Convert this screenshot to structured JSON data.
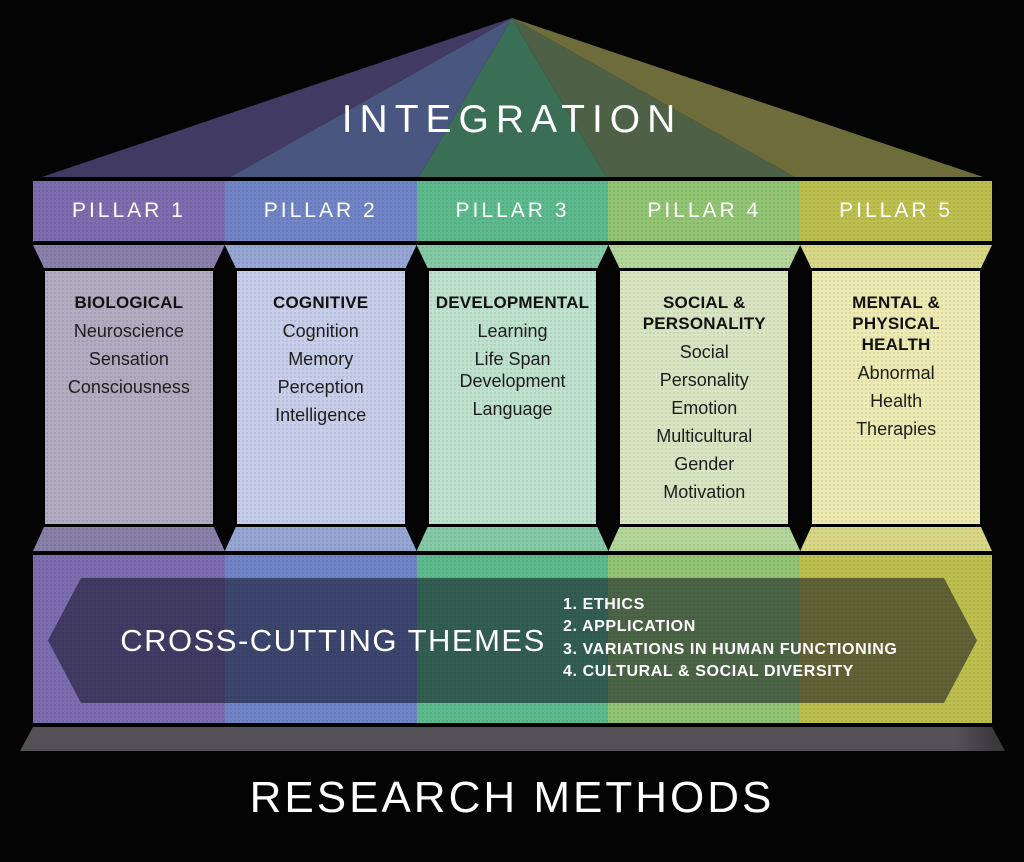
{
  "pediment": {
    "title": "INTEGRATION"
  },
  "pillars": [
    {
      "label": "PILLAR 1",
      "heading": "BIOLOGICAL",
      "items": [
        "Neuroscience",
        "Sensation",
        "Consciousness"
      ],
      "colors": {
        "roof": "#413a62",
        "band": "#7c6db0",
        "capital": "#8a81ab",
        "shaft": "#b2acc1"
      }
    },
    {
      "label": "PILLAR 2",
      "heading": "COGNITIVE",
      "items": [
        "Cognition",
        "Memory",
        "Perception",
        "Intelligence"
      ],
      "colors": {
        "roof": "#485680",
        "band": "#7185c6",
        "capital": "#96a7d5",
        "shaft": "#c7cee9"
      }
    },
    {
      "label": "PILLAR 3",
      "heading": "DEVELOPMENTAL",
      "items": [
        "Learning",
        "Life Span\nDevelopment",
        "Language"
      ],
      "colors": {
        "roof": "#3a6f55",
        "band": "#5cba8c",
        "capital": "#85caa6",
        "shaft": "#bfe2cf"
      }
    },
    {
      "label": "PILLAR 4",
      "heading": "SOCIAL &\nPERSONALITY",
      "items": [
        "Social",
        "Personality",
        "Emotion",
        "Multicultural",
        "Gender",
        "Motivation"
      ],
      "colors": {
        "roof": "#4e6147",
        "band": "#92c573",
        "capital": "#b3d69a",
        "shaft": "#d8e5c2"
      }
    },
    {
      "label": "PILLAR 5",
      "heading": "MENTAL &\nPHYSICAL\nHEALTH",
      "items": [
        "Abnormal",
        "Health",
        "Therapies"
      ],
      "colors": {
        "roof": "#6e6c3a",
        "band": "#bdc04e",
        "capital": "#d8d786",
        "shaft": "#edeab3"
      }
    }
  ],
  "cross_cutting": {
    "title": "CROSS-CUTTING THEMES",
    "themes": [
      "1. ETHICS",
      "2. APPLICATION",
      "3. VARIATIONS IN HUMAN FUNCTIONING",
      "4. CULTURAL & SOCIAL DIVERSITY"
    ],
    "overlay_color": "rgba(13,13,30,0.53)"
  },
  "footer": {
    "label": "RESEARCH METHODS"
  },
  "base_colors": {
    "background": "#040404",
    "plinth": "#535156",
    "text_light": "#ffffff",
    "text_dark": "#141414"
  }
}
